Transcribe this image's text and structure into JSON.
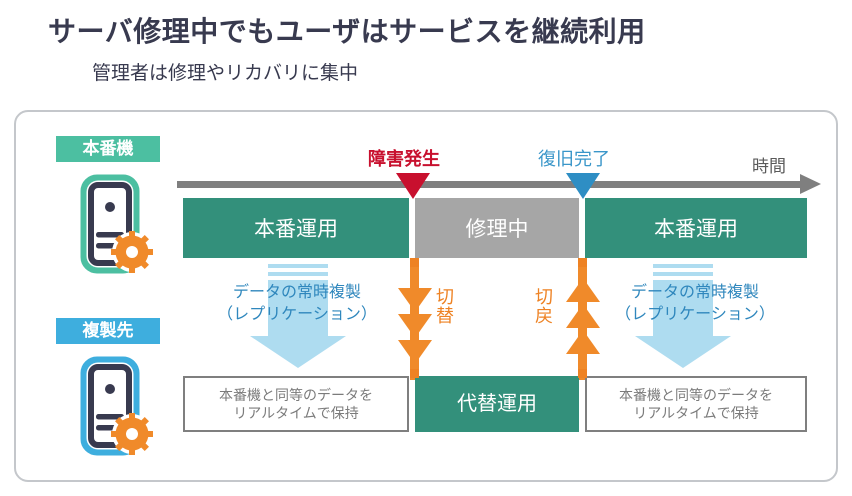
{
  "heading": {
    "title": "サーバ修理中でもユーザはサービスを継続利用",
    "subtitle": "管理者は修理やリカバリに集中"
  },
  "diagram": {
    "rows": {
      "production": {
        "badge": "本番機",
        "icon": "server-gear-icon"
      },
      "replica": {
        "badge": "複製先",
        "icon": "server-gear-icon"
      }
    },
    "axis": {
      "label": "時間",
      "arrow_icon": "arrow-right-icon"
    },
    "events": [
      {
        "label": "障害発生",
        "marker_icon": "triangle-down-icon",
        "color": "#c8102e"
      },
      {
        "label": "復旧完了",
        "marker_icon": "triangle-down-icon",
        "color": "#3a96c9"
      }
    ],
    "production_phases": [
      {
        "label": "本番運用",
        "state": "normal"
      },
      {
        "label": "修理中",
        "state": "repair"
      },
      {
        "label": "本番運用",
        "state": "normal"
      }
    ],
    "replica_phases": [
      {
        "label": "本番機と同等のデータを\nリアルタイムで保持",
        "line1": "本番機と同等のデータを",
        "line2": "リアルタイムで保持",
        "state": "standby"
      },
      {
        "label": "代替運用",
        "state": "active"
      },
      {
        "label": "本番機と同等のデータを\nリアルタイムで保持",
        "line1": "本番機と同等のデータを",
        "line2": "リアルタイムで保持",
        "state": "standby"
      }
    ],
    "replication": [
      {
        "line1": "データの常時複製",
        "line2": "（レプリケーション）",
        "direction": "down",
        "icon": "block-arrow-down-icon"
      },
      {
        "line1": "データの常時複製",
        "line2": "（レプリケーション）",
        "direction": "down",
        "icon": "block-arrow-down-icon"
      }
    ],
    "switchover": [
      {
        "char1": "切",
        "char2": "替",
        "direction": "down",
        "icon": "chevron-arrow-down-icon"
      },
      {
        "char1": "切",
        "char2": "戻",
        "direction": "up",
        "icon": "chevron-arrow-up-icon"
      }
    ]
  },
  "colors": {
    "teal": "#33907b",
    "teal_badge": "#4cbfa1",
    "blue_badge": "#3eaede",
    "gray_bar": "#a6a6a6",
    "orange": "#ee8223",
    "light_blue": "#aedcf0",
    "crimson": "#c8102e",
    "marker_blue": "#2e8ec4",
    "navy": "#383a4f",
    "axis_gray": "#7f7f7f"
  }
}
